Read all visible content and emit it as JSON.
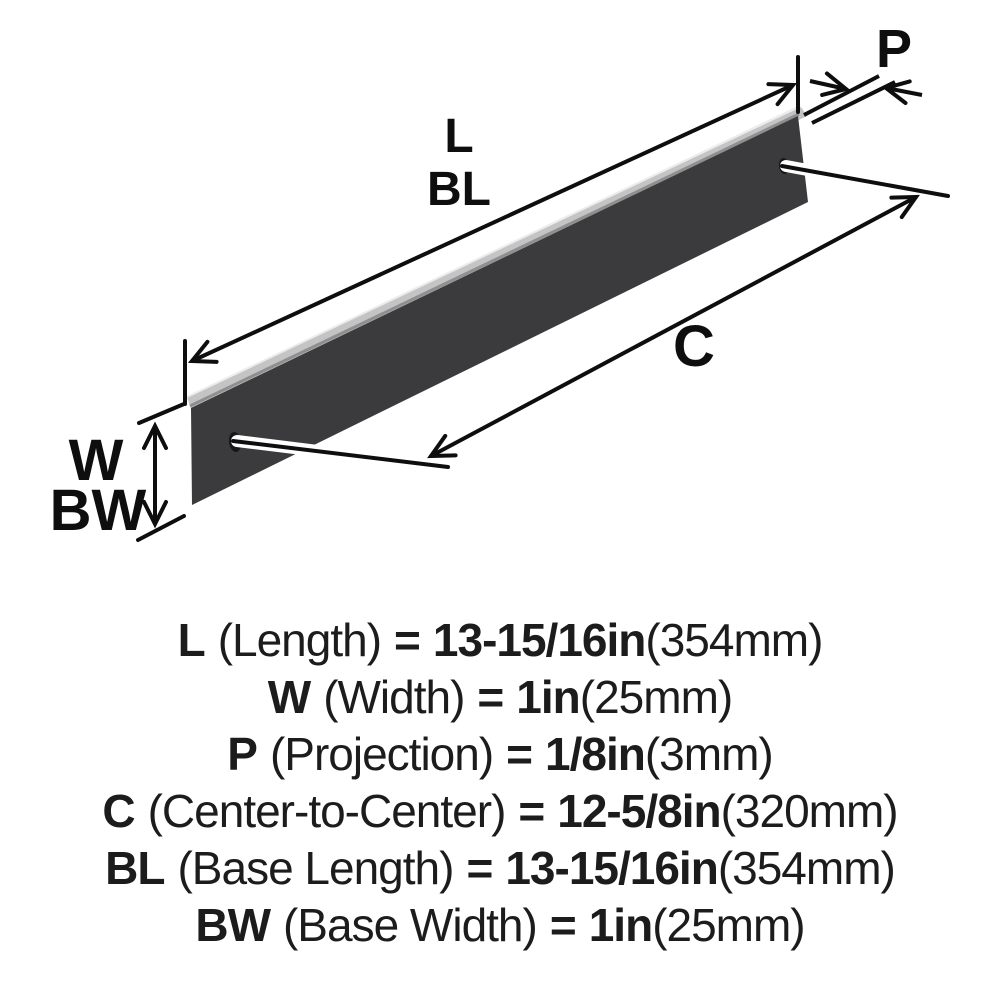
{
  "title": "Cabinet pull dimension diagram",
  "colors": {
    "background": "#ffffff",
    "ink": "#0e0e0e",
    "text": "#1c1c1c",
    "bar_face": "#3b3b3d",
    "bar_top": "#c4c4c4",
    "bar_top_shadow": "#8f8f8f",
    "hole": "#161618"
  },
  "diagram": {
    "labels": {
      "length": "L",
      "base_length": "BL",
      "projection": "P",
      "center_to_center": "C",
      "width": "W",
      "base_width": "BW"
    }
  },
  "legend": {
    "rows": [
      {
        "label": "L",
        "desc": "(Length)",
        "eq": "=",
        "value": "13-15/16in",
        "metric": "(354mm)"
      },
      {
        "label": "W",
        "desc": "(Width)",
        "eq": "=",
        "value": "1in",
        "metric": "(25mm)"
      },
      {
        "label": "P",
        "desc": "(Projection)",
        "eq": "=",
        "value": "1/8in",
        "metric": "(3mm)"
      },
      {
        "label": "C",
        "desc": "(Center-to-Center)",
        "eq": "=",
        "value": "12-5/8in",
        "metric": "(320mm)"
      },
      {
        "label": "BL",
        "desc": "(Base Length)",
        "eq": "=",
        "value": "13-15/16in",
        "metric": "(354mm)"
      },
      {
        "label": "BW",
        "desc": "(Base Width)",
        "eq": "=",
        "value": "1in",
        "metric": "(25mm)"
      }
    ]
  }
}
